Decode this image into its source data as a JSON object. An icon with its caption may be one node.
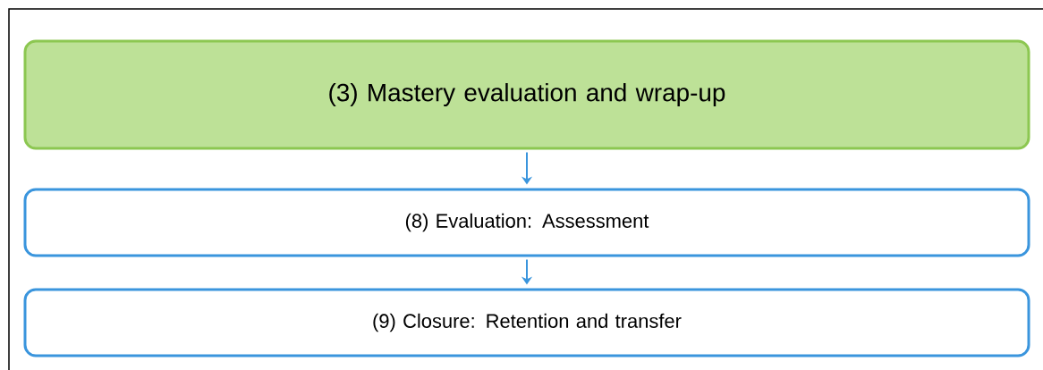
{
  "diagram": {
    "nodes": [
      {
        "text": [
          "(3) Mastery evaluation and wrap-up"
        ]
      },
      {
        "text": [
          "(8) Evaluation: Assessment"
        ]
      },
      {
        "text": [
          "(9) Closure: Retention and transfer"
        ]
      }
    ],
    "edges": [
      {
        "from": 0,
        "to": 1,
        "arrow": "to"
      },
      {
        "from": 1,
        "to": 2,
        "arrow": "to"
      }
    ]
  }
}
